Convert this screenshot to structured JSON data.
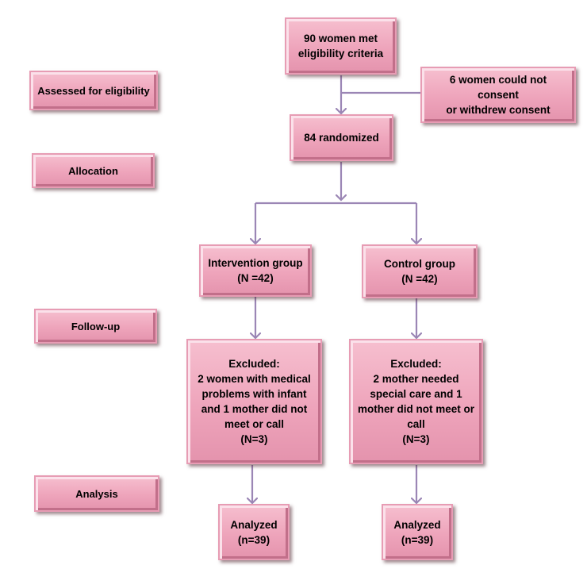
{
  "stages": {
    "assessed": "Assessed for eligibility",
    "allocation": "Allocation",
    "followup": "Follow-up",
    "analysis": "Analysis"
  },
  "nodes": {
    "eligible": "90 women met\neligibility criteria",
    "no_consent": "6 women could not consent\nor withdrew consent",
    "randomized": "84 randomized",
    "intervention_group": "Intervention group\n(N =42)",
    "control_group": "Control group\n(N =42)",
    "intervention_excluded": "Excluded:\n2 women with medical\nproblems with infant\nand 1 mother did not\nmeet or call\n(N=3)",
    "control_excluded": "Excluded:\n2 mother needed\nspecial care and 1\nmother did not meet or\ncall\n(N=3)",
    "intervention_analyzed": "Analyzed\n(n=39)",
    "control_analyzed": "Analyzed\n(n=39)"
  },
  "colors": {
    "box_fill": "#eea4bb",
    "arrow": "#9b86b5"
  }
}
